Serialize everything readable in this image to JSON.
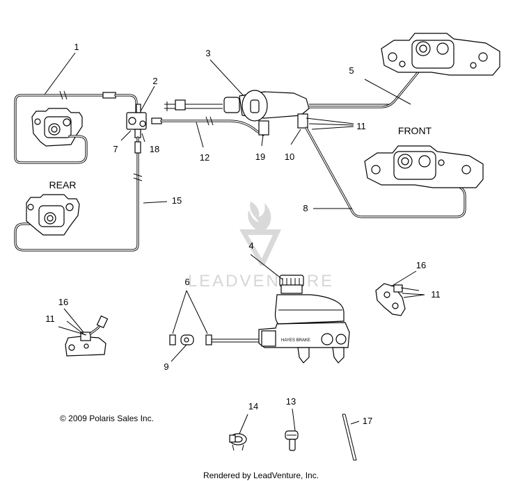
{
  "callouts": [
    "1",
    "2",
    "3",
    "4",
    "5",
    "6",
    "7",
    "8",
    "9",
    "10",
    "11",
    "12",
    "13",
    "14",
    "15",
    "16",
    "17",
    "18",
    "19"
  ],
  "labels": {
    "front": "FRONT",
    "rear": "REAR"
  },
  "watermark": "LEADVENTURE",
  "copyright": "© 2009 Polaris Sales Inc.",
  "footer": "Rendered by LeadVenture, Inc."
}
